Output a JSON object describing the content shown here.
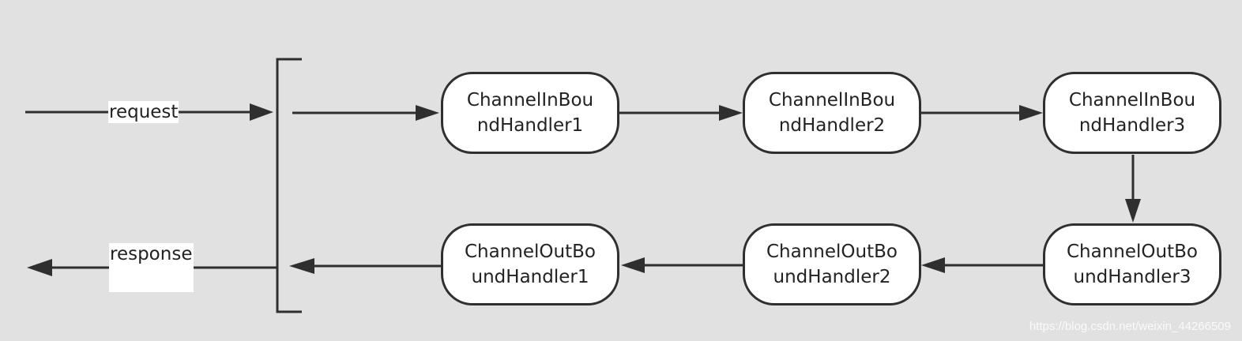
{
  "labels": {
    "request": "request",
    "response": "response"
  },
  "inbound": [
    {
      "line1": "ChannelInBou",
      "line2": "ndHandler1"
    },
    {
      "line1": "ChannelInBou",
      "line2": "ndHandler2"
    },
    {
      "line1": "ChannelInBou",
      "line2": "ndHandler3"
    }
  ],
  "outbound": [
    {
      "line1": "ChannelOutBo",
      "line2": "undHandler1"
    },
    {
      "line1": "ChannelOutBo",
      "line2": "undHandler2"
    },
    {
      "line1": "ChannelOutBo",
      "line2": "undHandler3"
    }
  ],
  "watermark": "https://blog.csdn.net/weixin_44266509",
  "colors": {
    "background": "#e1e1e1",
    "stroke": "#2f2f2f",
    "node_fill": "#ffffff"
  }
}
